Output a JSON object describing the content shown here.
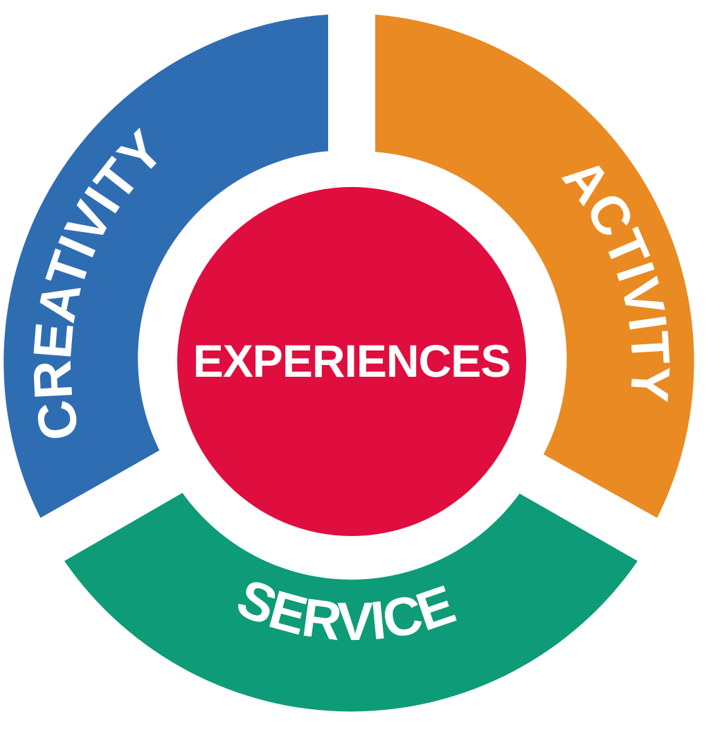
{
  "center": {
    "label": "EXPERIENCES",
    "color": "#E00D3F"
  },
  "segments": [
    {
      "id": "creativity",
      "label": "CREATIVITY",
      "color": "#2F6DB3"
    },
    {
      "id": "activity",
      "label": "ACTIVITY",
      "color": "#E98A22"
    },
    {
      "id": "service",
      "label": "SERVICE",
      "color": "#0E9B78"
    }
  ]
}
